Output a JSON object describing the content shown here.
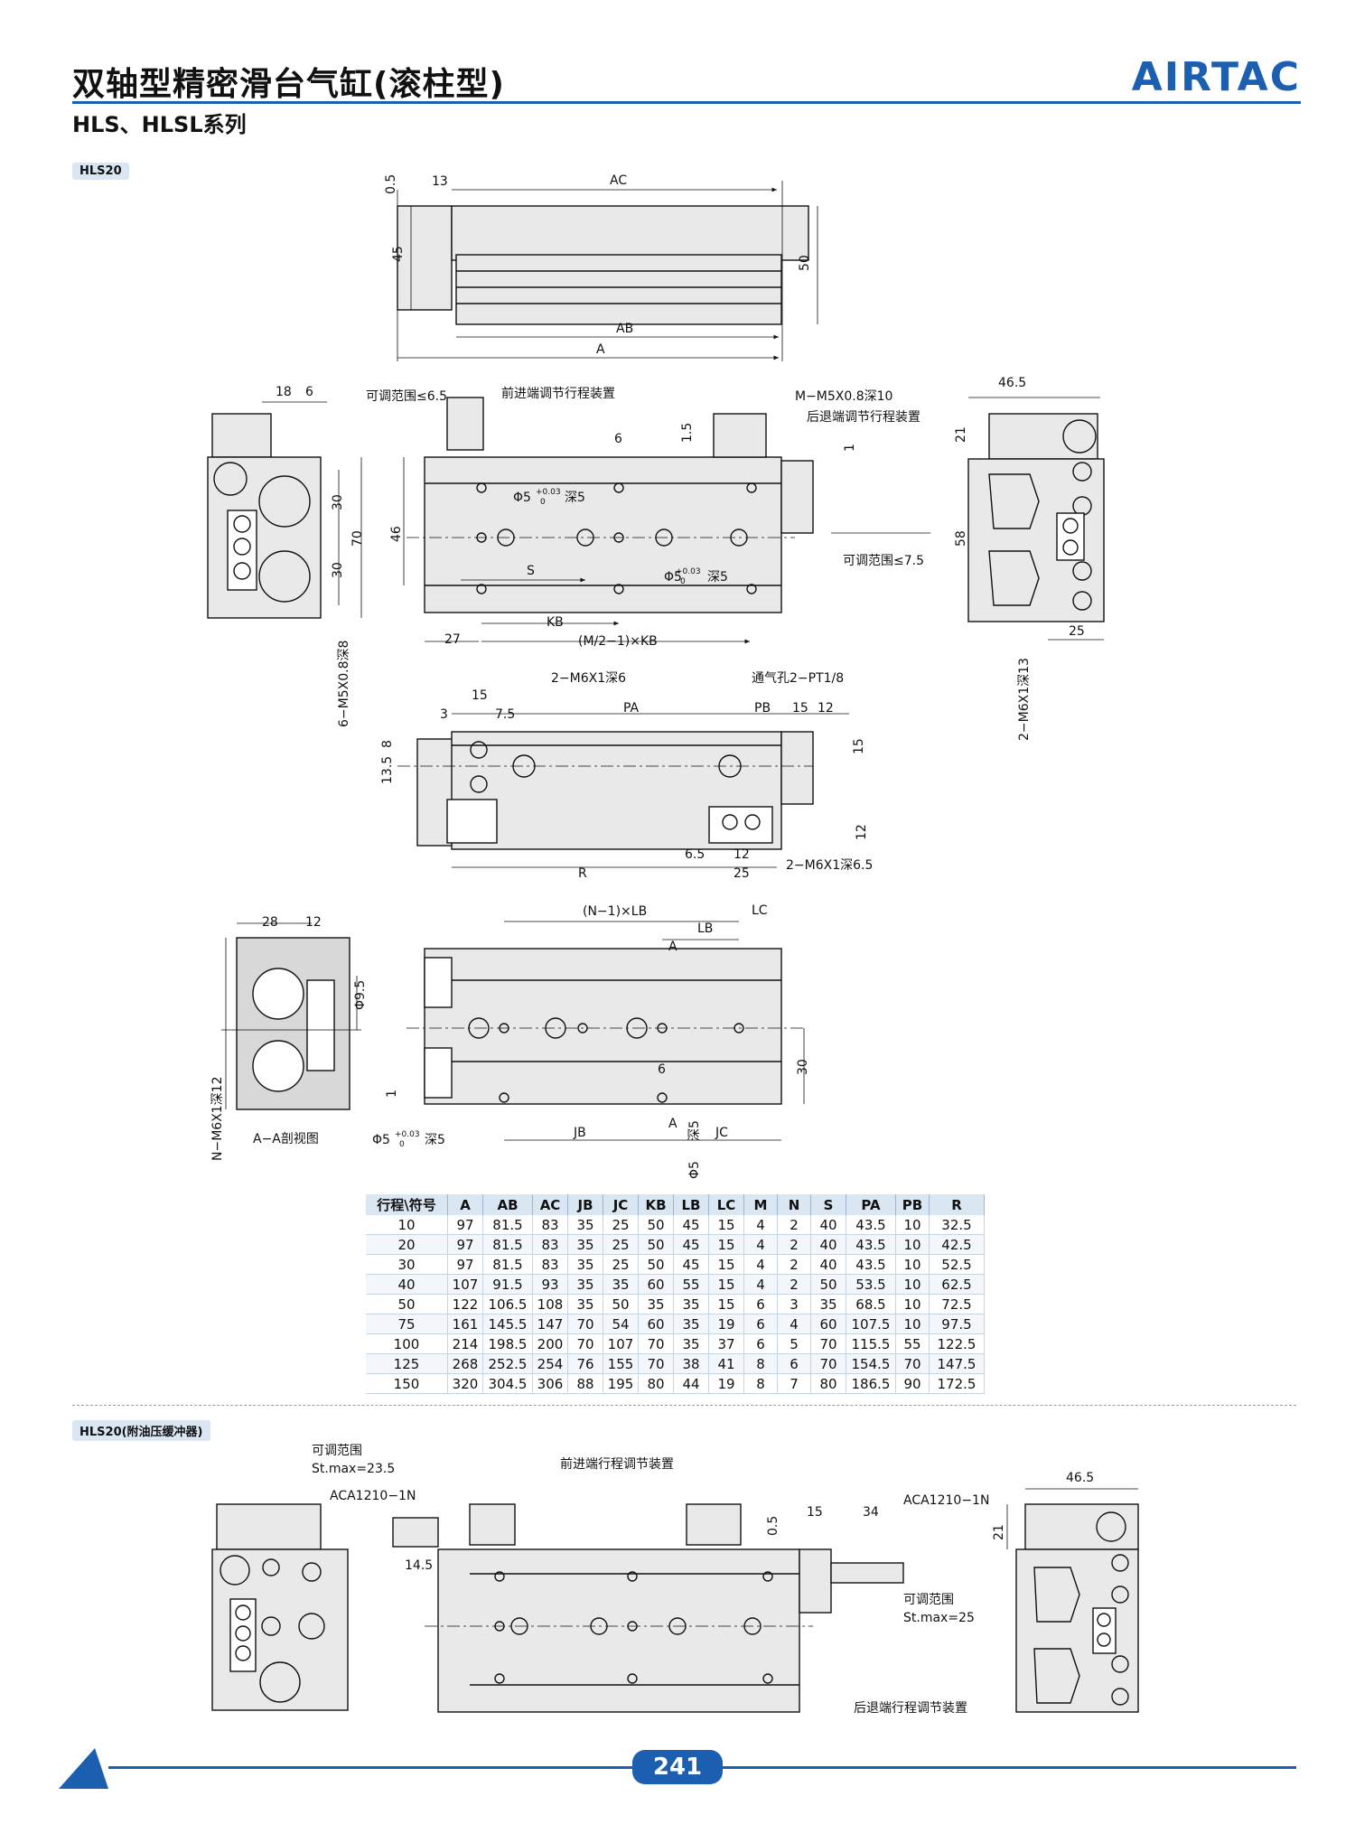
{
  "header": {
    "title": "双轴型精密滑台气缸(滚柱型)",
    "subtitle": "HLS、HLSL系列",
    "brand": "AIRTAC"
  },
  "sections": {
    "hls20": "HLS20",
    "hls20_buffer": "HLS20(附油压缓冲器)"
  },
  "labels": {
    "adj_range_6_5": "可调范围≤6.5",
    "front_adj": "前进端调节行程装置",
    "m_m5": "M−M5X0.8深10",
    "rear_adj": "后退端调节行程装置",
    "adj_range_7_5": "可调范围≤7.5",
    "m6x1_6": "2−M6X1深6",
    "vent": "通气孔2−PT1/8",
    "m6x1_6_5": "2−M6X1深6.5",
    "m5_8": "6−M5X0.8深8",
    "m6x1_13": "2−M6X1深13",
    "n_m6x1_12": "N−M6X1深12",
    "section_aa": "A−A剖视图",
    "phi5_a": "Φ5",
    "tol": "+0.03",
    "tol0": "0",
    "deep5": "深5",
    "phi9_5": "Φ9.5",
    "b_adj_range_1": "可调范围",
    "b_stmax_23_5": "St.max=23.5",
    "b_aca_1": "ACA1210−1N",
    "b_front_adj": "前进端行程调节装置",
    "b_aca_2": "ACA1210−1N",
    "b_adj_range_2": "可调范围",
    "b_stmax_25": "St.max=25",
    "b_rear_adj": "后退端行程调节装置"
  },
  "dims": {
    "d0_5": "0.5",
    "d13": "13",
    "AC": "AC",
    "d45": "45",
    "d50": "50",
    "AB": "AB",
    "A": "A",
    "d18": "18",
    "d6": "6",
    "d30a": "30",
    "d70": "70",
    "d30b": "30",
    "d6b": "6",
    "d1_5": "1.5",
    "d1": "1",
    "d46": "46",
    "S": "S",
    "KB": "KB",
    "d27": "27",
    "M2KB": "(M/2−1)×KB",
    "d46_5": "46.5",
    "d21": "21",
    "d58": "58",
    "d25": "25",
    "d15a": "15",
    "d3": "3",
    "d7_5": "7.5",
    "PA": "PA",
    "PB": "PB",
    "d15b": "15",
    "d12a": "12",
    "d13_5": "13.5",
    "d8": "8",
    "d15c": "15",
    "d12b": "12",
    "d6_5": "6.5",
    "d12c": "12",
    "R": "R",
    "d25b": "25",
    "d28": "28",
    "d12d": "12",
    "N1LB": "(N−1)×LB",
    "LC": "LC",
    "LB": "LB",
    "Aa": "A",
    "d30c": "30",
    "d6c": "6",
    "d1b": "1",
    "JB": "JB",
    "Ab": "A",
    "JC": "JC",
    "b_d14_5": "14.5",
    "b_d0_5": "0.5",
    "b_d15": "15",
    "b_d34": "34",
    "b_d46_5": "46.5",
    "b_d21": "21"
  },
  "table": {
    "headers": [
      "行程\\符号",
      "A",
      "AB",
      "AC",
      "JB",
      "JC",
      "KB",
      "LB",
      "LC",
      "M",
      "N",
      "S",
      "PA",
      "PB",
      "R"
    ],
    "rows": [
      [
        "10",
        "97",
        "81.5",
        "83",
        "35",
        "25",
        "50",
        "45",
        "15",
        "4",
        "2",
        "40",
        "43.5",
        "10",
        "32.5"
      ],
      [
        "20",
        "97",
        "81.5",
        "83",
        "35",
        "25",
        "50",
        "45",
        "15",
        "4",
        "2",
        "40",
        "43.5",
        "10",
        "42.5"
      ],
      [
        "30",
        "97",
        "81.5",
        "83",
        "35",
        "25",
        "50",
        "45",
        "15",
        "4",
        "2",
        "40",
        "43.5",
        "10",
        "52.5"
      ],
      [
        "40",
        "107",
        "91.5",
        "93",
        "35",
        "35",
        "60",
        "55",
        "15",
        "4",
        "2",
        "50",
        "53.5",
        "10",
        "62.5"
      ],
      [
        "50",
        "122",
        "106.5",
        "108",
        "35",
        "50",
        "35",
        "35",
        "15",
        "6",
        "3",
        "35",
        "68.5",
        "10",
        "72.5"
      ],
      [
        "75",
        "161",
        "145.5",
        "147",
        "70",
        "54",
        "60",
        "35",
        "19",
        "6",
        "4",
        "60",
        "107.5",
        "10",
        "97.5"
      ],
      [
        "100",
        "214",
        "198.5",
        "200",
        "70",
        "107",
        "70",
        "35",
        "37",
        "6",
        "5",
        "70",
        "115.5",
        "55",
        "122.5"
      ],
      [
        "125",
        "268",
        "252.5",
        "254",
        "76",
        "155",
        "70",
        "38",
        "41",
        "8",
        "6",
        "70",
        "154.5",
        "70",
        "147.5"
      ],
      [
        "150",
        "320",
        "304.5",
        "306",
        "88",
        "195",
        "80",
        "44",
        "19",
        "8",
        "7",
        "80",
        "186.5",
        "90",
        "172.5"
      ]
    ]
  },
  "footer": {
    "page": "241"
  },
  "colors": {
    "accent": "#1c5fb0",
    "table_header": "#dbe6f3",
    "part_fill": "#e9e9e9"
  }
}
